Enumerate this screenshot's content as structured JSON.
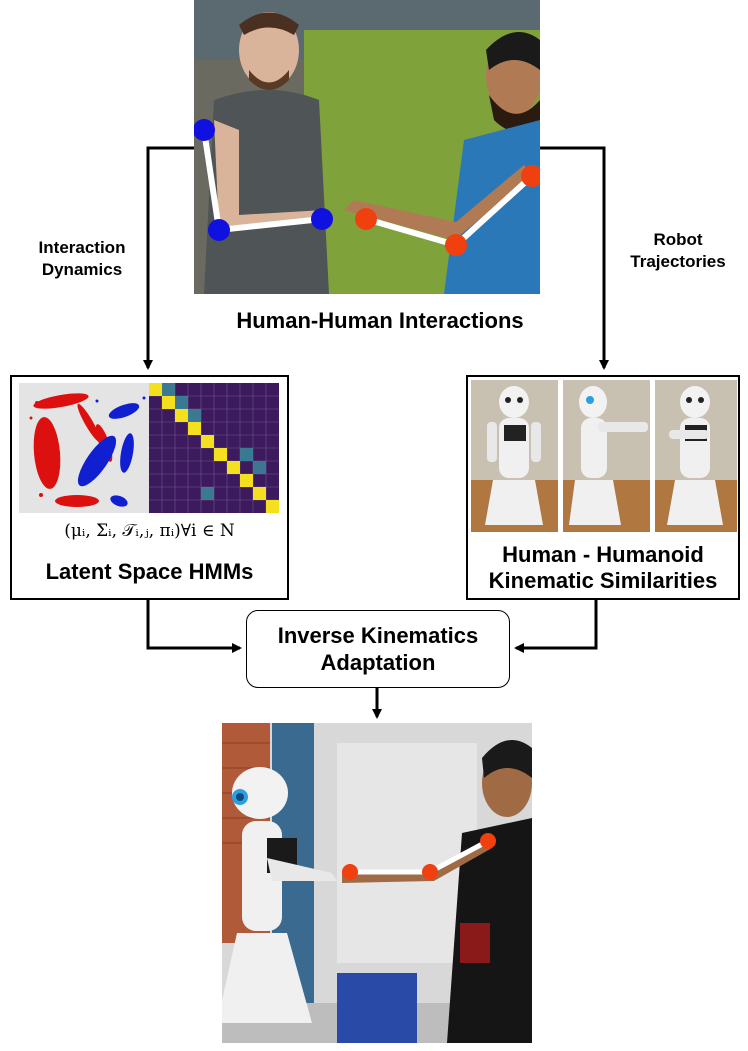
{
  "top_photo": {
    "caption": "Human-Human Interactions"
  },
  "left_arrow_label": {
    "line1": "Interaction",
    "line2": "Dynamics"
  },
  "right_arrow_label": {
    "line1": "Robot",
    "line2": "Trajectories"
  },
  "left_box": {
    "formula": "(μᵢ, Σᵢ, 𝒯ᵢ,ⱼ, πᵢ)∀i ∈ N",
    "title": "Latent Space HMMs"
  },
  "right_box": {
    "title_line1": "Human - Humanoid",
    "title_line2": "Kinematic Similarities"
  },
  "center_box": {
    "line1": "Inverse Kinematics",
    "line2": "Adaptation"
  },
  "colors": {
    "human1_joint": "#1010e0",
    "human2_joint": "#f04010",
    "heatmap_bg": "#3d1a5e",
    "heatmap_diag": "#f5e020"
  }
}
